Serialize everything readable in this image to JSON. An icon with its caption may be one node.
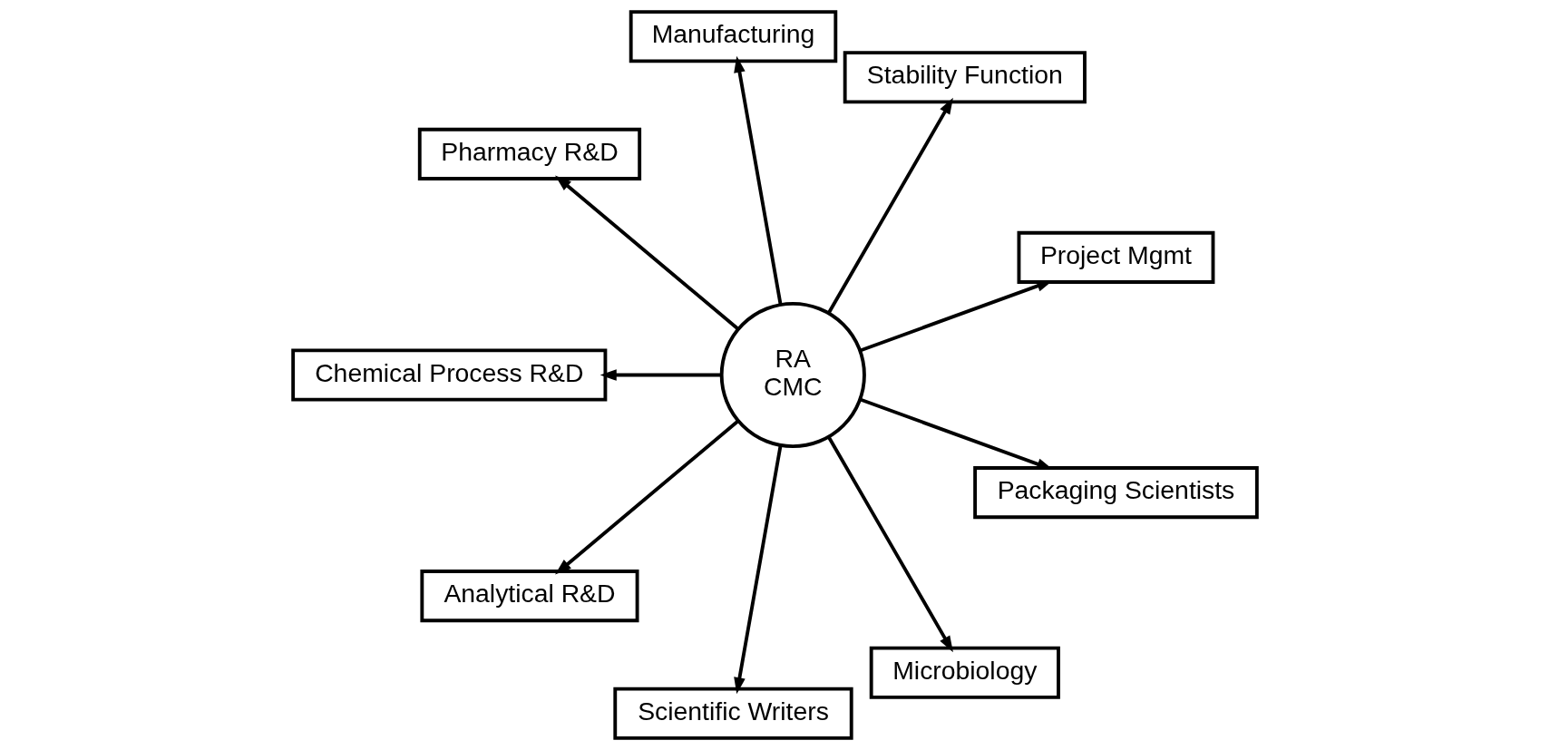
{
  "diagram": {
    "nodes": [
      {
        "text": [
          "RA CMC"
        ]
      },
      {
        "text": [
          "Project Mgmt"
        ]
      },
      {
        "text": [
          "Stability Function"
        ]
      },
      {
        "text": [
          "Manufacturing"
        ]
      },
      {
        "text": [
          "Pharmacy R&D"
        ]
      },
      {
        "text": [
          "Chemical Process R&D"
        ]
      },
      {
        "text": [
          "Analytical R&D"
        ]
      },
      {
        "text": [
          "Scientific Writers"
        ]
      },
      {
        "text": [
          "Microbiology"
        ]
      },
      {
        "text": [
          "Packaging Scientists"
        ]
      }
    ],
    "edges": [
      {
        "from": 0,
        "to": 1,
        "arrow": "to"
      },
      {
        "from": 0,
        "to": 2,
        "arrow": "to"
      },
      {
        "from": 0,
        "to": 3,
        "arrow": "to"
      },
      {
        "from": 0,
        "to": 4,
        "arrow": "to"
      },
      {
        "from": 0,
        "to": 5,
        "arrow": "to"
      },
      {
        "from": 0,
        "to": 6,
        "arrow": "to"
      },
      {
        "from": 0,
        "to": 7,
        "arrow": "to"
      },
      {
        "from": 0,
        "to": 8,
        "arrow": "to"
      },
      {
        "from": 0,
        "to": 9,
        "arrow": "to"
      }
    ]
  }
}
